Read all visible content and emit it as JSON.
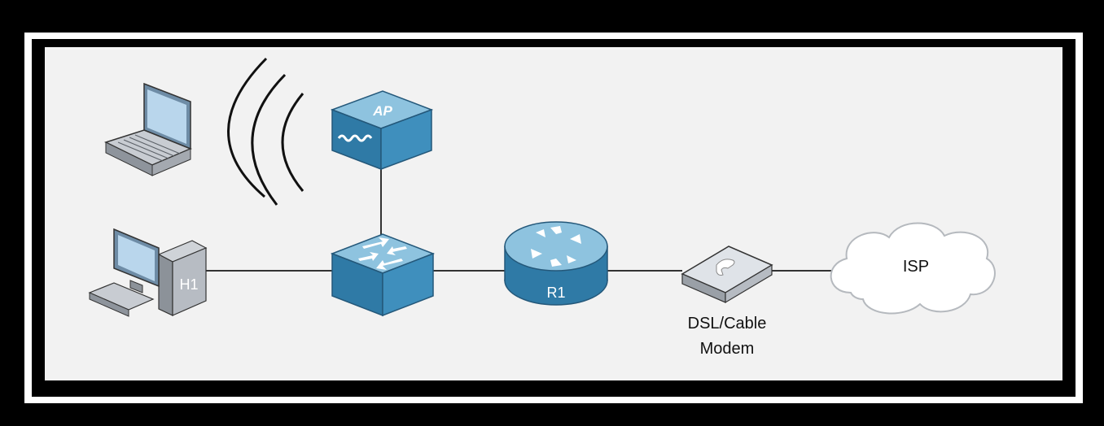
{
  "diagram": {
    "colors": {
      "outer_background": "#000000",
      "frame_white": "#ffffff",
      "canvas": "#f2f2f2",
      "device_top": "#8ec3df",
      "device_side": "#2f7aa6",
      "device_front": "#3f8fbd",
      "link": "#333333"
    },
    "nodes": {
      "laptop": {
        "label": ""
      },
      "h1": {
        "label": "H1"
      },
      "ap": {
        "label": "AP"
      },
      "switch": {
        "label": ""
      },
      "r1": {
        "label": "R1"
      },
      "modem": {
        "label_line1": "DSL/Cable",
        "label_line2": "Modem"
      },
      "isp": {
        "label": "ISP"
      }
    },
    "links": [
      {
        "from": "h1",
        "to": "switch"
      },
      {
        "from": "ap",
        "to": "switch"
      },
      {
        "from": "switch",
        "to": "r1"
      },
      {
        "from": "r1",
        "to": "modem"
      },
      {
        "from": "modem",
        "to": "isp"
      }
    ],
    "wireless_waves": 3
  }
}
